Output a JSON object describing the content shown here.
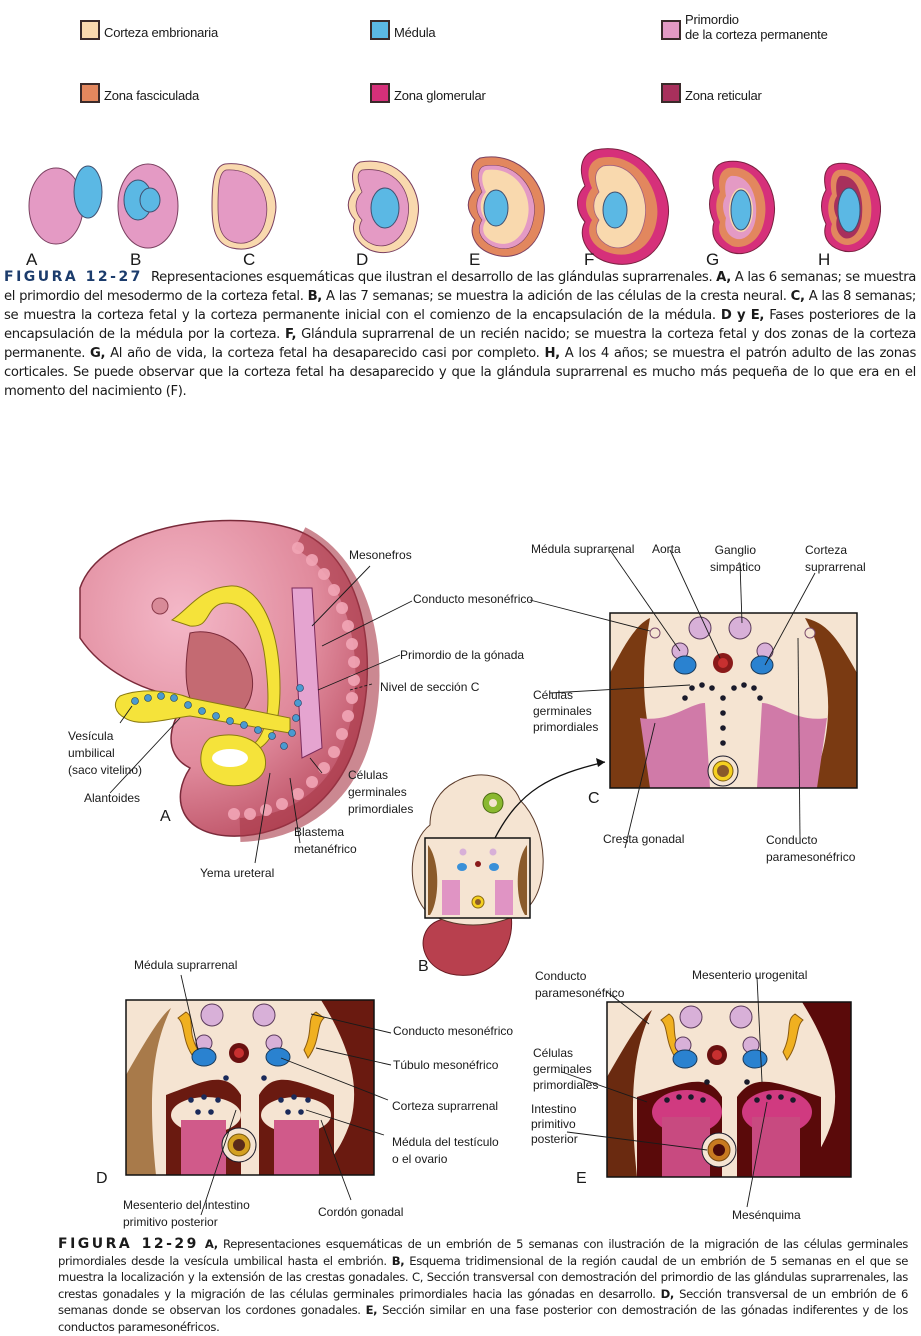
{
  "figure_12_27": {
    "legend": [
      {
        "label": "Corteza embrionaria",
        "color": "#f9d9ae"
      },
      {
        "label": "Médula",
        "color": "#5bb8e4"
      },
      {
        "label": "Primordio de la corteza permanente",
        "label_line1": "Primordio",
        "label_line2": "de la corteza permanente",
        "color": "#e49ac4"
      },
      {
        "label": "Zona fasciculada",
        "color": "#e2875e"
      },
      {
        "label": "Zona glomerular",
        "color": "#d6307a"
      },
      {
        "label": "Zona reticular",
        "color": "#a8305c"
      }
    ],
    "stages": [
      "A",
      "B",
      "C",
      "D",
      "E",
      "F",
      "G",
      "H"
    ],
    "caption": {
      "figure_label": "FIGURA 12-27",
      "segments": [
        {
          "bold": false,
          "text": "Representaciones esquemáticas que ilustran el desarrollo de las glándulas suprarrenales. "
        },
        {
          "bold": true,
          "text": "A,"
        },
        {
          "bold": false,
          "text": " A las 6 semanas; se muestra el primordio del mesodermo de la corteza fetal. "
        },
        {
          "bold": true,
          "text": "B,"
        },
        {
          "bold": false,
          "text": " A las 7 semanas; se muestra la adición de las células de la cresta neural. "
        },
        {
          "bold": true,
          "text": "C,"
        },
        {
          "bold": false,
          "text": " A las 8 semanas; se muestra la corteza fetal y la corteza permanente inicial con el comienzo de la encapsulación de la médula. "
        },
        {
          "bold": true,
          "text": "D y E,"
        },
        {
          "bold": false,
          "text": " Fases posteriores de la encapsulación de la médula por la corteza. "
        },
        {
          "bold": true,
          "text": "F,"
        },
        {
          "bold": false,
          "text": " Glándula suprarrenal de un recién nacido; se muestra la corteza fetal y dos zonas de la corteza permanente. "
        },
        {
          "bold": true,
          "text": "G,"
        },
        {
          "bold": false,
          "text": " Al año de vida, la corteza fetal ha desaparecido casi por completo. "
        },
        {
          "bold": true,
          "text": "H,"
        },
        {
          "bold": false,
          "text": " A los 4 años; se muestra el patrón adulto de las zonas corticales. Se puede observar que la corteza fetal ha desaparecido y que la glándula suprarrenal es mucho más pequeña de lo que era en el momento del nacimiento (F)."
        }
      ]
    }
  },
  "figure_12_29": {
    "panel_a": {
      "letter": "A",
      "labels": {
        "mesonefros": "Mesonefros",
        "conducto_mesonefrico": "Conducto mesonéfrico",
        "primordio_gonada": "Primordio de la gónada",
        "nivel_seccion": "Nivel de sección C",
        "vesicula_1": "Vesícula",
        "vesicula_2": "umbilical",
        "vesicula_3": "(saco vitelino)",
        "alantoides": "Alantoides",
        "celulas_1": "Células",
        "celulas_2": "germinales",
        "celulas_3": "primordiales",
        "blastema_1": "Blastema",
        "blastema_2": "metanéfrico",
        "yema": "Yema ureteral"
      }
    },
    "panel_b": {
      "letter": "B"
    },
    "panel_c": {
      "letter": "C",
      "labels": {
        "medula": "Médula suprarrenal",
        "aorta": "Aorta",
        "ganglio_1": "Ganglio",
        "ganglio_2": "simpático",
        "corteza_1": "Corteza",
        "corteza_2": "suprarrenal",
        "celulas_1": "Células",
        "celulas_2": "germinales",
        "celulas_3": "primordiales",
        "cresta": "Cresta gonadal",
        "paramesonefrico_1": "Conducto",
        "paramesonefrico_2": "paramesonéfrico"
      }
    },
    "panel_d": {
      "letter": "D",
      "labels": {
        "medula": "Médula suprarrenal",
        "conducto": "Conducto mesonéfrico",
        "tubulo": "Túbulo mesonéfrico",
        "corteza": "Corteza suprarrenal",
        "medula_testiculo_1": "Médula del testículo",
        "medula_testiculo_2": "o el ovario",
        "mesenterio_1": "Mesenterio del intestino",
        "mesenterio_2": "primitivo posterior",
        "cordon": "Cordón gonadal"
      }
    },
    "panel_e": {
      "letter": "E",
      "labels": {
        "paramesonefrico_1": "Conducto",
        "paramesonefrico_2": "paramesonéfrico",
        "mesenterio": "Mesenterio urogenital",
        "celulas_1": "Células",
        "celulas_2": "germinales",
        "celulas_3": "primordiales",
        "intestino_1": "Intestino",
        "intestino_2": "primitivo",
        "intestino_3": "posterior",
        "mesenquima": "Mesénquima"
      }
    },
    "caption": {
      "figure_label": "FIGURA 12-29",
      "segments": [
        {
          "bold": true,
          "text": "A,"
        },
        {
          "bold": false,
          "text": " Representaciones esquemáticas de un embrión de 5 semanas con ilustración de la migración de las células germinales primordiales desde la vesícula umbilical hasta el embrión. "
        },
        {
          "bold": true,
          "text": "B,"
        },
        {
          "bold": false,
          "text": " Esquema tridimensional de la región caudal de un embrión de 5 semanas en el que se muestra la localización y la extensión de las crestas gonadales. C, Sección transversal con demostración del primordio de las glándulas suprarrenales, las crestas gonadales y la migración de las células germinales primordiales hacia las gónadas en desarrollo. "
        },
        {
          "bold": true,
          "text": "D,"
        },
        {
          "bold": false,
          "text": " Sección transversal de un embrión de 6 semanas donde se observan los cordones gonadales. "
        },
        {
          "bold": true,
          "text": "E,"
        },
        {
          "bold": false,
          "text": " Sección similar en una fase posterior con demostración de las gónadas indiferentes y de los conductos paramesonéfricos."
        }
      ]
    }
  }
}
